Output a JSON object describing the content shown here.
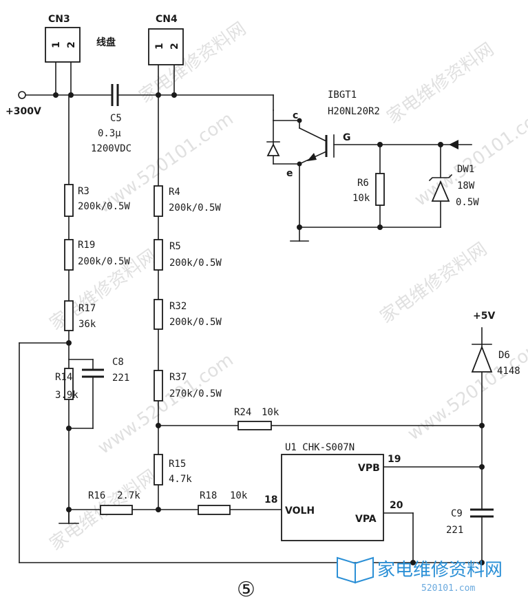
{
  "watermark": {
    "cn": "家电维修资料网",
    "url": "www.520101.com"
  },
  "connectors": {
    "cn3": "CN3",
    "cn4": "CN4",
    "pin1": "1",
    "pin2": "2",
    "coil": "线盘"
  },
  "supply": {
    "hv": "+300V",
    "lv": "+5V"
  },
  "capacitors": {
    "c5": {
      "ref": "C5",
      "value": "0.3μ",
      "rating": "1200VDC"
    },
    "c8": {
      "ref": "C8",
      "value": "221"
    },
    "c9": {
      "ref": "C9",
      "value": "221"
    }
  },
  "resistors": {
    "r3": {
      "ref": "R3",
      "value": "200k/0.5W"
    },
    "r19": {
      "ref": "R19",
      "value": "200k/0.5W"
    },
    "r17": {
      "ref": "R17",
      "value": "36k"
    },
    "r14": {
      "ref": "R14",
      "value": "3.9k"
    },
    "r4": {
      "ref": "R4",
      "value": "200k/0.5W"
    },
    "r5": {
      "ref": "R5",
      "value": "200k/0.5W"
    },
    "r32": {
      "ref": "R32",
      "value": "200k/0.5W"
    },
    "r37": {
      "ref": "R37",
      "value": "270k/0.5W"
    },
    "r15": {
      "ref": "R15",
      "value": "4.7k"
    },
    "r16": {
      "ref": "R16",
      "value": "2.7k"
    },
    "r18": {
      "ref": "R18",
      "value": "10k"
    },
    "r24": {
      "ref": "R24",
      "value": "10k"
    },
    "r6": {
      "ref": "R6",
      "value": "10k"
    }
  },
  "igbt": {
    "ref": "IBGT1",
    "part": "H20NL20R2",
    "c": "c",
    "e": "e",
    "g": "G"
  },
  "zener": {
    "ref": "DW1",
    "voltage": "18W",
    "power": "0.5W"
  },
  "diode": {
    "ref": "D6",
    "part": "4148"
  },
  "ic": {
    "title": "U1 CHK-S007N",
    "pins": [
      {
        "num": "19",
        "name": "VPB"
      },
      {
        "num": "18",
        "name": "VOLH"
      },
      {
        "num": "20",
        "name": "VPA"
      }
    ]
  },
  "figure_number": "⑤",
  "logo": {
    "text": "家电维修资料网",
    "url": "520101.com"
  }
}
